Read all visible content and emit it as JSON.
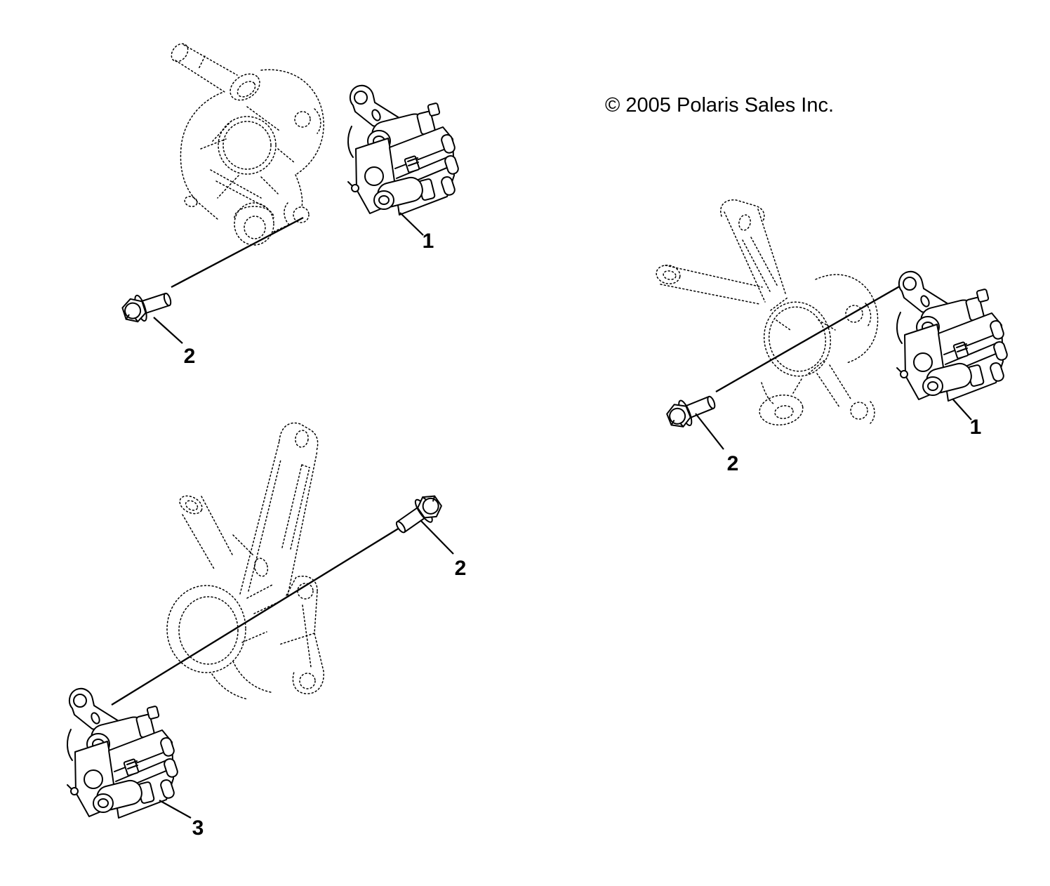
{
  "copyright": "© 2005 Polaris Sales Inc.",
  "callouts": {
    "top_left": {
      "caliper": "1",
      "bolt": "2"
    },
    "right": {
      "caliper": "1",
      "bolt": "2"
    },
    "bottom_left": {
      "bolt": "2",
      "caliper": "3"
    }
  },
  "colors": {
    "ink": "#000000",
    "paper": "#ffffff"
  }
}
